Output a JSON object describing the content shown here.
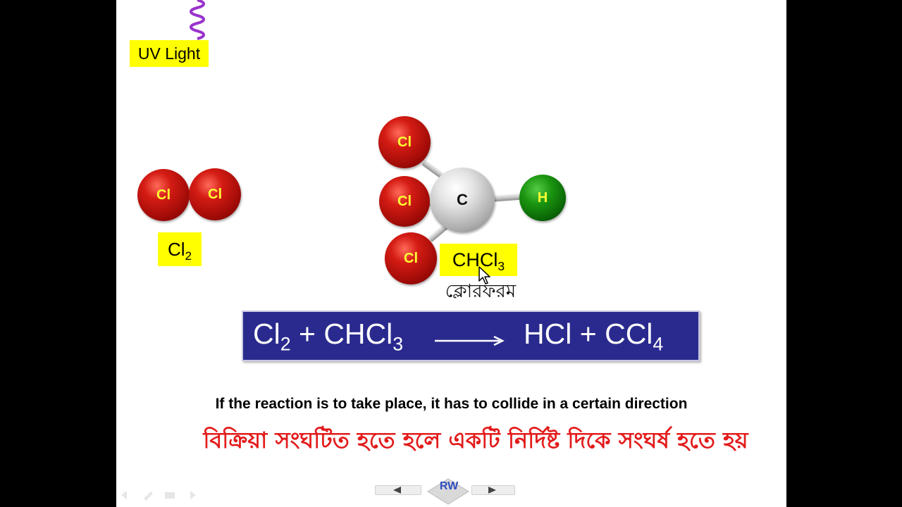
{
  "uv_label": "UV Light",
  "molecules": {
    "cl2": {
      "atoms": [
        "Cl",
        "Cl"
      ],
      "formula_main": "Cl",
      "formula_sub": "2"
    },
    "chcl3": {
      "central_atom": "C",
      "hydrogen_atom": "H",
      "chlorine_atoms": [
        "Cl",
        "Cl",
        "Cl"
      ],
      "formula_main": "CHCl",
      "formula_sub": "3",
      "bengali_name": "ক্লোরফরম"
    }
  },
  "equation": {
    "reactant1": "Cl",
    "reactant1_sub": "2",
    "plus1": "+",
    "reactant2": "CHCl",
    "reactant2_sub": "3",
    "product1": "HCl",
    "plus2": "+",
    "product2": "CCl",
    "product2_sub": "4"
  },
  "caption_en": "If the reaction is to take place, it has to collide in a certain direction",
  "caption_bn": "বিক্রিয়া সংঘটিত হতে হলে একটি নির্দিষ্ট দিকে সংঘর্ষ হতে হয়",
  "logo_text": "RW",
  "colors": {
    "label_bg": "#ffff00",
    "equation_bg": "#2a2a8e",
    "caption_bn": "#e31b1b",
    "wave": "#9933cc"
  }
}
